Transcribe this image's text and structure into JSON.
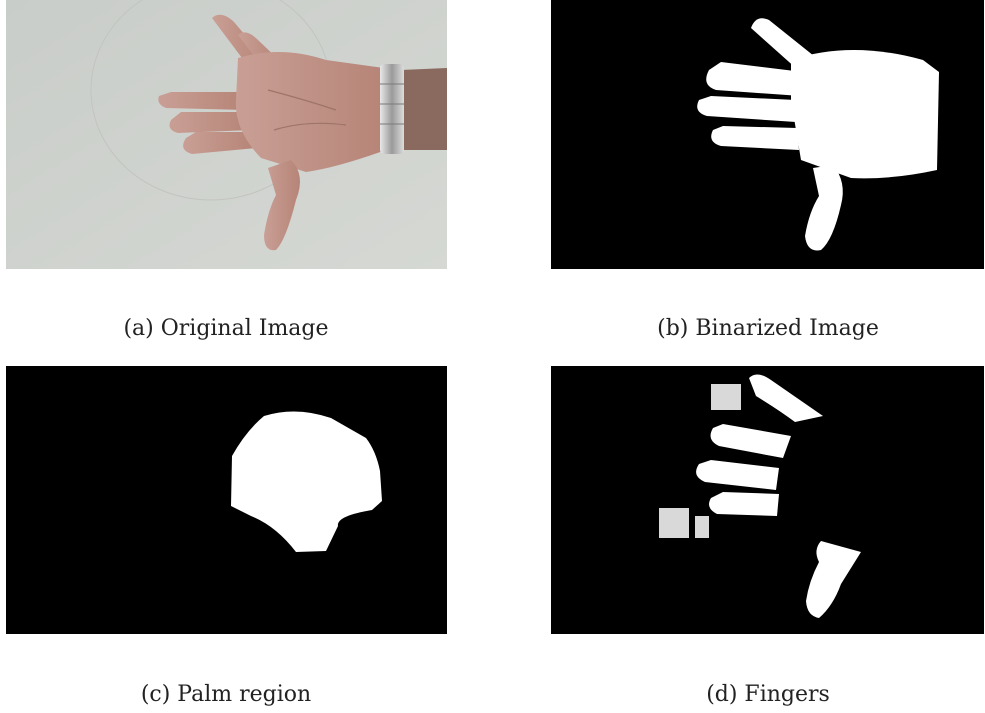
{
  "figure": {
    "panels": [
      {
        "id": "a",
        "caption": "(a) Original Image",
        "content": "photo of an open hand with wristwatch"
      },
      {
        "id": "b",
        "caption": "(b) Binarized Image",
        "content": "white hand silhouette on black"
      },
      {
        "id": "c",
        "caption": "(c) Palm region",
        "content": "white palm blob on black"
      },
      {
        "id": "d",
        "caption": "(d) Fingers",
        "content": "white finger segments on black with grey markers"
      }
    ]
  },
  "colors": {
    "mask_background": "#000000",
    "mask_foreground": "#ffffff",
    "marker": "#d9d9d9",
    "photo_background": "#c7ccc8",
    "skin": "#c79a8c"
  }
}
